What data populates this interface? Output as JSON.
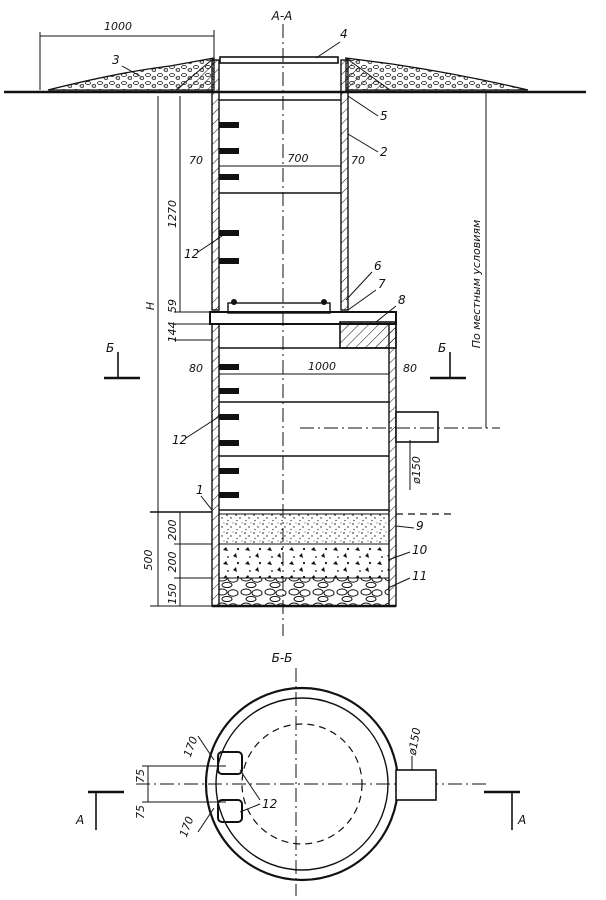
{
  "section_a_title": "А-А",
  "section_b_title": "Б-Б",
  "dims": {
    "d1000_top": "1000",
    "d700": "700",
    "d70_left": "70",
    "d70_right": "70",
    "d1270": "1270",
    "dH": "Н",
    "d59": "59",
    "d144": "144",
    "d1000_mid": "1000",
    "d80_left": "80",
    "d80_right": "80",
    "d150_pipe": "ø150",
    "d500": "500",
    "d200_a": "200",
    "d200_b": "200",
    "d150_bottom": "150",
    "local_conditions": "По местным условиям",
    "d170_top": "170",
    "d75_a": "75",
    "d75_b": "75",
    "d170_bottom": "170",
    "d150_plan": "ø150"
  },
  "callouts": {
    "c1": "1",
    "c2": "2",
    "c3": "3",
    "c4": "4",
    "c5": "5",
    "c6": "6",
    "c7": "7",
    "c8": "8",
    "c9": "9",
    "c10": "10",
    "c11": "11",
    "c12_upper": "12",
    "c12_lower": "12",
    "c12_plan": "12"
  },
  "section_marks": {
    "b_left": "Б",
    "b_right": "Б",
    "a_left": "А",
    "a_right": "А"
  }
}
